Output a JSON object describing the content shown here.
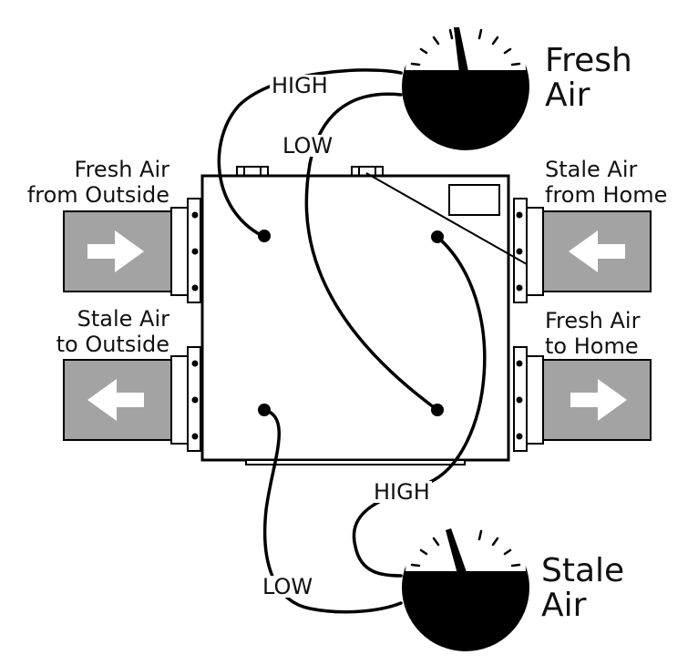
{
  "labels": {
    "fresh_from_outside": [
      "Fresh Air",
      "from Outside"
    ],
    "stale_to_outside": [
      "Stale Air",
      "to Outside"
    ],
    "stale_from_home": [
      "Stale Air",
      "from Home"
    ],
    "fresh_to_home": [
      "Fresh Air",
      "to Home"
    ],
    "top_high": "HIGH",
    "top_low": "LOW",
    "bottom_high": "HIGH",
    "bottom_low": "LOW"
  },
  "gauges": {
    "fresh": {
      "title": [
        "Fresh",
        "Air"
      ]
    },
    "stale": {
      "title": [
        "Stale",
        "Air"
      ]
    }
  },
  "colors": {
    "ink": "#000000",
    "duct": "#a3a3a3",
    "arrow": "#ffffff"
  },
  "icons": {
    "right_arrow": "right-arrow-icon",
    "left_arrow": "left-arrow-icon"
  }
}
